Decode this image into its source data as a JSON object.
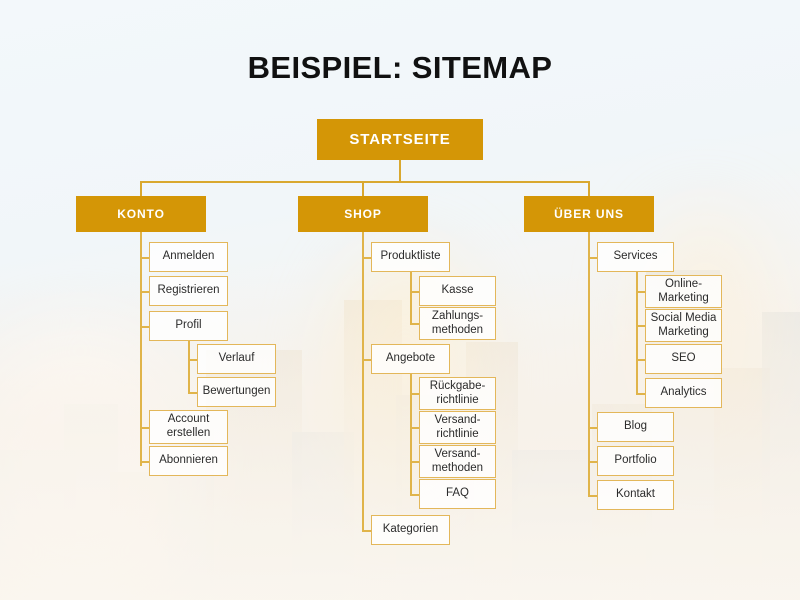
{
  "page": {
    "title": "BEISPIEL: SITEMAP",
    "background": "faded-cityscape-photo"
  },
  "colors": {
    "primary_node_fill": "#D49606",
    "primary_node_text": "#FFFFFF",
    "leaf_border": "#E3B75A",
    "leaf_fill": "#FFFFFF",
    "leaf_text": "#2B2B2B",
    "connector": "#E0B44A",
    "canvas_background": "#F4F8FA",
    "title_text": "#111111"
  },
  "chart_data": {
    "type": "diagram",
    "diagram_kind": "sitemap-tree",
    "title": "BEISPIEL: SITEMAP",
    "root": "STARTSEITE",
    "sections": [
      "KONTO",
      "SHOP",
      "ÜBER UNS"
    ]
  },
  "tree": {
    "root": {
      "label": "STARTSEITE"
    },
    "branches": [
      {
        "id": "konto",
        "label": "KONTO",
        "children": [
          {
            "label": "Anmelden"
          },
          {
            "label": "Registrieren"
          },
          {
            "label": "Profil",
            "children": [
              {
                "label": "Verlauf"
              },
              {
                "label": "Bewertungen"
              }
            ]
          },
          {
            "label": "Account erstellen",
            "line1": "Account",
            "line2": "erstellen"
          },
          {
            "label": "Abonnieren"
          }
        ]
      },
      {
        "id": "shop",
        "label": "SHOP",
        "children": [
          {
            "label": "Produktliste",
            "children": [
              {
                "label": "Kasse"
              },
              {
                "label": "Zahlungsmethoden",
                "line1": "Zahlungs-",
                "line2": "methoden"
              }
            ]
          },
          {
            "label": "Angebote",
            "children": [
              {
                "label": "Rückgaberichtlinie",
                "line1": "Rückgabe-",
                "line2": "richtlinie"
              },
              {
                "label": "Versandrichtlinie",
                "line1": "Versand-",
                "line2": "richtlinie"
              },
              {
                "label": "Versandmethoden",
                "line1": "Versand-",
                "line2": "methoden"
              },
              {
                "label": "FAQ"
              }
            ]
          },
          {
            "label": "Kategorien"
          }
        ]
      },
      {
        "id": "ueber-uns",
        "label": "ÜBER UNS",
        "children": [
          {
            "label": "Services",
            "children": [
              {
                "label": "Online-Marketing",
                "line1": "Online-",
                "line2": "Marketing"
              },
              {
                "label": "Social Media Marketing",
                "line1": "Social Media",
                "line2": "Marketing"
              },
              {
                "label": "SEO"
              },
              {
                "label": "Analytics"
              }
            ]
          },
          {
            "label": "Blog"
          },
          {
            "label": "Portfolio"
          },
          {
            "label": "Kontakt"
          }
        ]
      }
    ]
  }
}
